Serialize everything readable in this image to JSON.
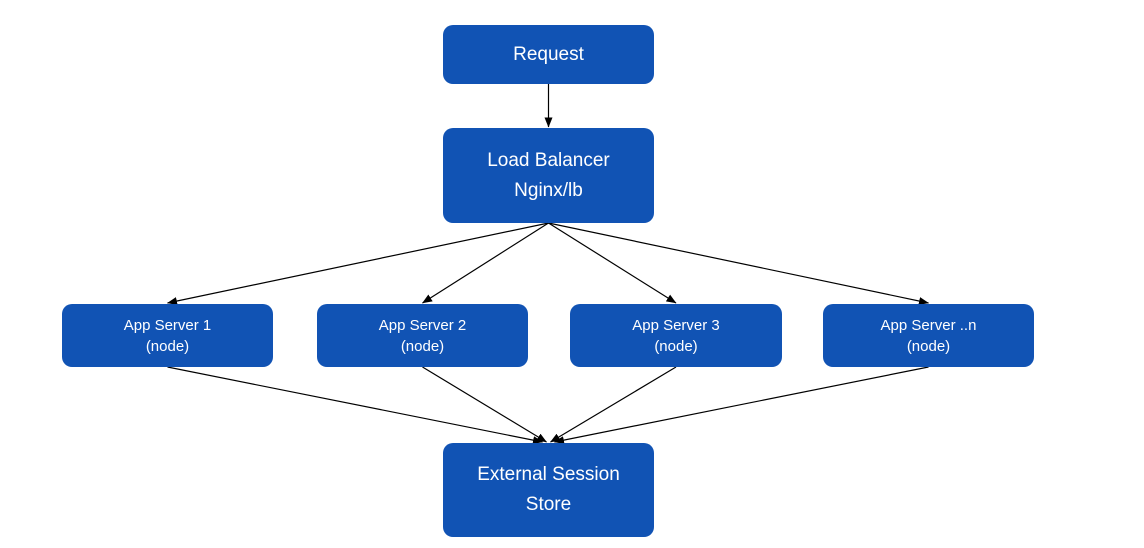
{
  "diagram": {
    "type": "flowchart",
    "colors": {
      "node_fill": "#1153B4",
      "node_text": "#FFFFFF",
      "arrow": "#000000",
      "background": "#FFFFFF"
    },
    "nodes": {
      "request": {
        "line1": "Request"
      },
      "load_balancer": {
        "line1": "Load Balancer",
        "line2": "Nginx/lb"
      },
      "app_server_1": {
        "line1": "App Server 1",
        "line2": "(node)"
      },
      "app_server_2": {
        "line1": "App Server 2",
        "line2": "(node)"
      },
      "app_server_3": {
        "line1": "App Server 3",
        "line2": "(node)"
      },
      "app_server_n": {
        "line1": "App Server ..n",
        "line2": "(node)"
      },
      "session_store": {
        "line1": "External Session",
        "line2": "Store"
      }
    },
    "edges": [
      {
        "from": "request",
        "to": "load_balancer"
      },
      {
        "from": "load_balancer",
        "to": "app_server_1"
      },
      {
        "from": "load_balancer",
        "to": "app_server_2"
      },
      {
        "from": "load_balancer",
        "to": "app_server_3"
      },
      {
        "from": "load_balancer",
        "to": "app_server_n"
      },
      {
        "from": "app_server_1",
        "to": "session_store"
      },
      {
        "from": "app_server_2",
        "to": "session_store"
      },
      {
        "from": "app_server_3",
        "to": "session_store"
      },
      {
        "from": "app_server_n",
        "to": "session_store"
      }
    ]
  }
}
